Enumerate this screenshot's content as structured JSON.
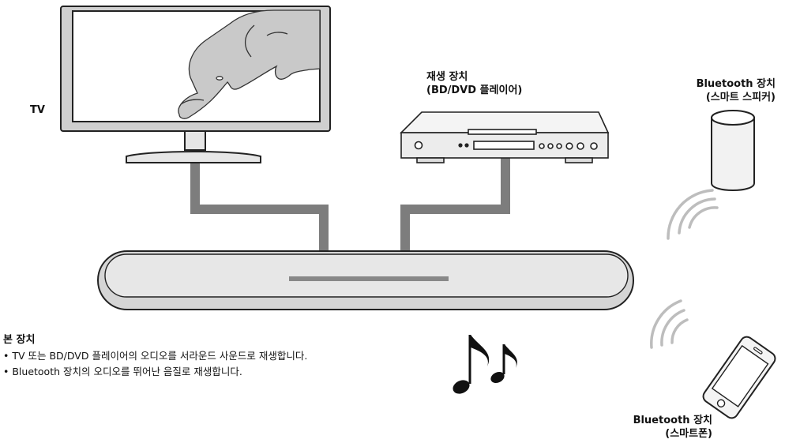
{
  "labels": {
    "tv": "TV",
    "player_line1": "재생 장치",
    "player_line2": "(BD/DVD 플레이어)",
    "bt_speaker_line1": "Bluetooth 장치",
    "bt_speaker_line2": "(스마트 스피커)",
    "bt_phone_line1": "Bluetooth 장치",
    "bt_phone_line2": "(스마트폰)"
  },
  "description": {
    "heading": "본 장치",
    "items": [
      "• TV 또는 BD/DVD 플레이어의 오디오를 서라운드 사운드로 재생합니다.",
      "• Bluetooth 장치의 오디오를 뛰어난 음질로 재생합니다."
    ]
  },
  "colors": {
    "outline": "#222222",
    "cable": "#7d7d7d",
    "bar_fill": "#d5d5d5",
    "wave": "#bdbdbd",
    "screen": "#ffffff"
  },
  "icons": [
    "tv-icon",
    "dolphin-icon",
    "bd-player-icon",
    "soundbar-icon",
    "smart-speaker-icon",
    "smartphone-icon",
    "music-notes-icon"
  ]
}
